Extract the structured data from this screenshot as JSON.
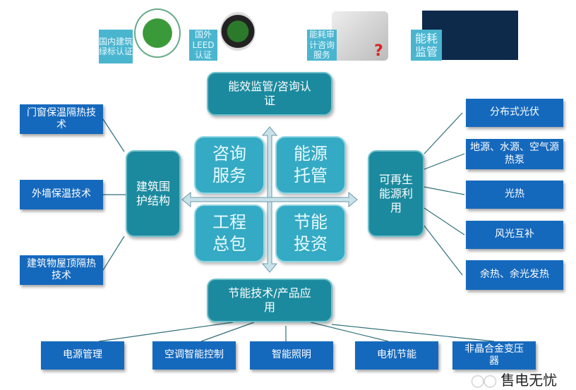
{
  "top_tags": [
    "国内建筑绿标认证",
    "国外LEED认证",
    "能耗审计咨询服务",
    "能耗监管"
  ],
  "top_center": "能效监管/咨询认证",
  "bottom_center": "节能技术/产品应用",
  "quadrants": [
    "咨询服务",
    "能源托管",
    "工程总包",
    "节能投资"
  ],
  "left_center": "建筑围护结构",
  "right_center": "可再生能源利用",
  "left_items": [
    "门窗保温隔热技术",
    "外墙保温技术",
    "建筑物屋顶隔热技术"
  ],
  "right_items": [
    "分布式光伏",
    "地源、水源、空气源热泵",
    "光热",
    "风光互补",
    "余热、余光发热"
  ],
  "bottom_items": [
    "电源管理",
    "空调智能控制",
    "智能照明",
    "电机节能",
    "非晶合金变压器"
  ],
  "watermark": "售电无忧"
}
